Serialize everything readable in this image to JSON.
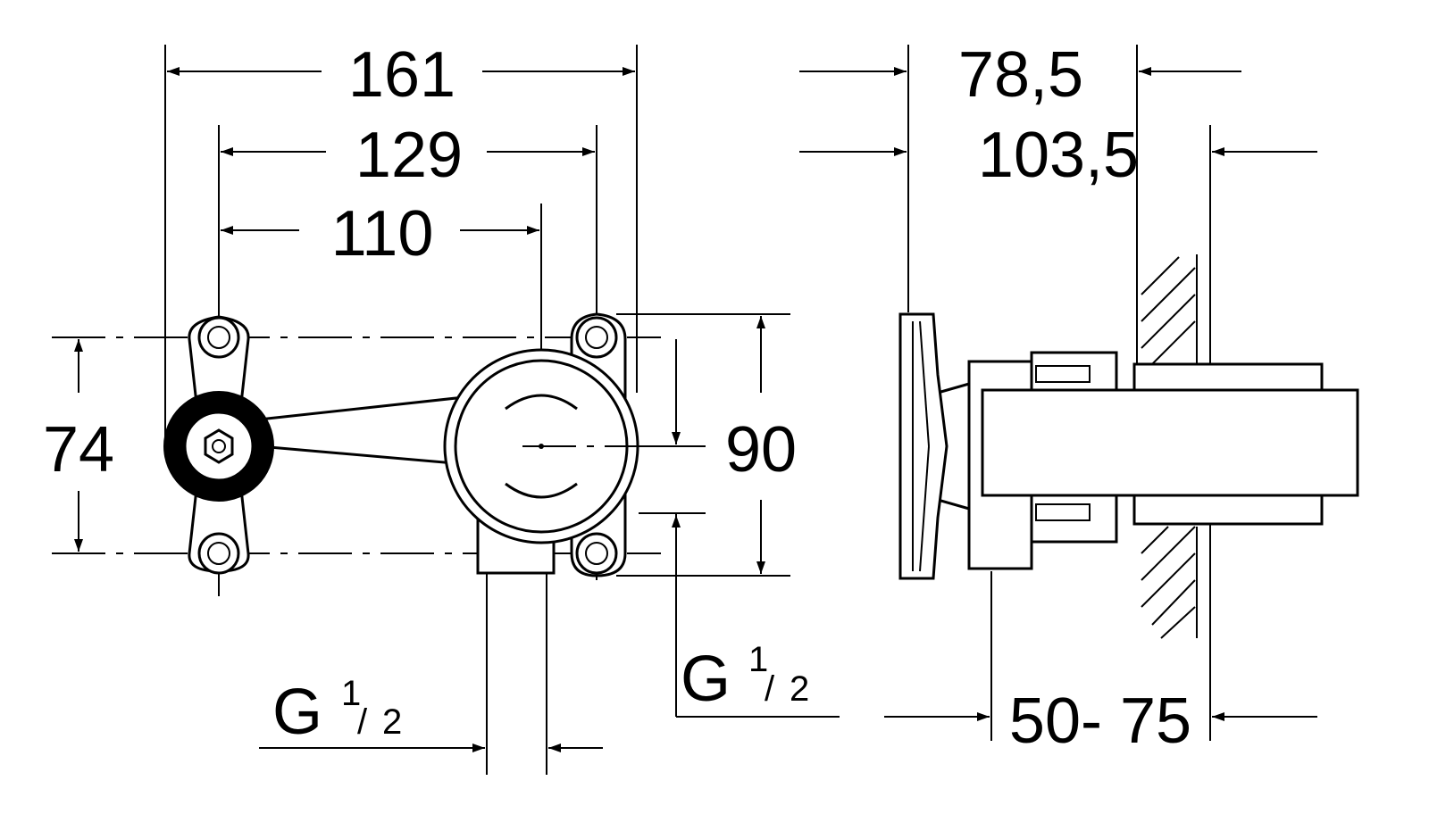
{
  "drawing": {
    "dim_width_total": "161",
    "dim_width_mid": "129",
    "dim_center": "110",
    "dim_height_mount": "74",
    "dim_height_total": "90",
    "dim_depth_min": "78,5",
    "dim_depth_max": "103,5",
    "dim_wall_range": "50- 75",
    "thread_left": {
      "letter": "G",
      "num": "1",
      "den": "2"
    },
    "thread_right": {
      "letter": "G",
      "num": "1",
      "den": "2"
    }
  },
  "colors": {
    "line": "#000000",
    "background": "#ffffff"
  }
}
